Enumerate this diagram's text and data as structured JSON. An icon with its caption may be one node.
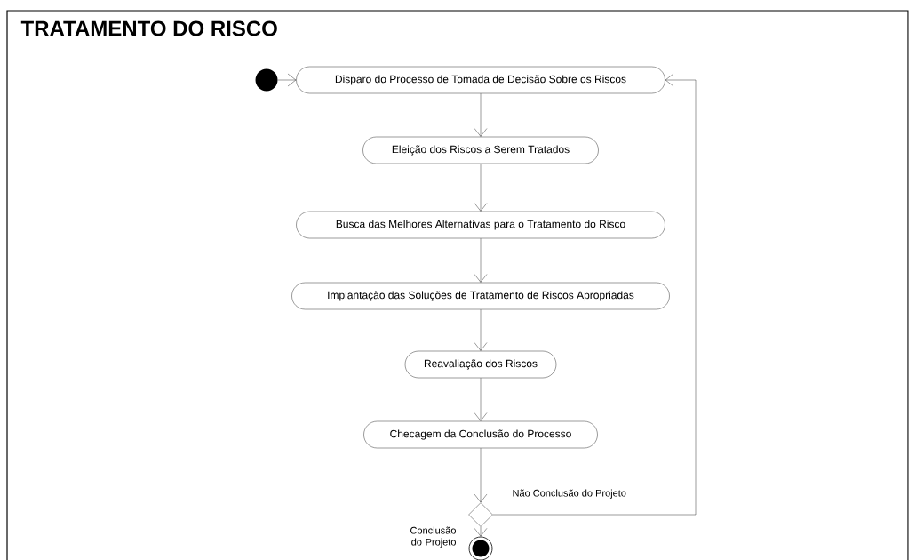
{
  "diagram": {
    "title": "TRATAMENTO DO RISCO",
    "nodes": [
      {
        "text": [],
        "shape": "circle"
      },
      {
        "text": [
          "Disparo do Processo de Tomada de Decisão Sobre os Riscos"
        ]
      },
      {
        "text": [
          "Eleição dos Riscos a Serem Tratados"
        ]
      },
      {
        "text": [
          "Busca das Melhores Alternativas para o Tratamento do Risco"
        ]
      },
      {
        "text": [
          "Implantação das Soluções de Tratamento de Riscos Apropriadas"
        ]
      },
      {
        "text": [
          "Reavaliação dos Riscos"
        ]
      },
      {
        "text": [
          "Checagem da Conclusão do Processo"
        ]
      },
      {
        "text": [],
        "shape": "diamond"
      },
      {
        "text": [],
        "shape": "circle"
      }
    ],
    "edges": [
      {
        "from": 0,
        "to": 1,
        "arrow": "to"
      },
      {
        "from": 1,
        "to": 2,
        "arrow": "to"
      },
      {
        "from": 2,
        "to": 3,
        "arrow": "to"
      },
      {
        "from": 3,
        "to": 4,
        "arrow": "to"
      },
      {
        "from": 4,
        "to": 5,
        "arrow": "to"
      },
      {
        "from": 5,
        "to": 6,
        "arrow": "to"
      },
      {
        "from": 6,
        "to": 7,
        "arrow": "to"
      },
      {
        "from": 7,
        "to": 1,
        "arrow": "to",
        "label": "Não Conclusão do Projeto"
      },
      {
        "from": 7,
        "to": 8,
        "arrow": "to",
        "label": "Conclusão do Projeto"
      }
    ]
  }
}
